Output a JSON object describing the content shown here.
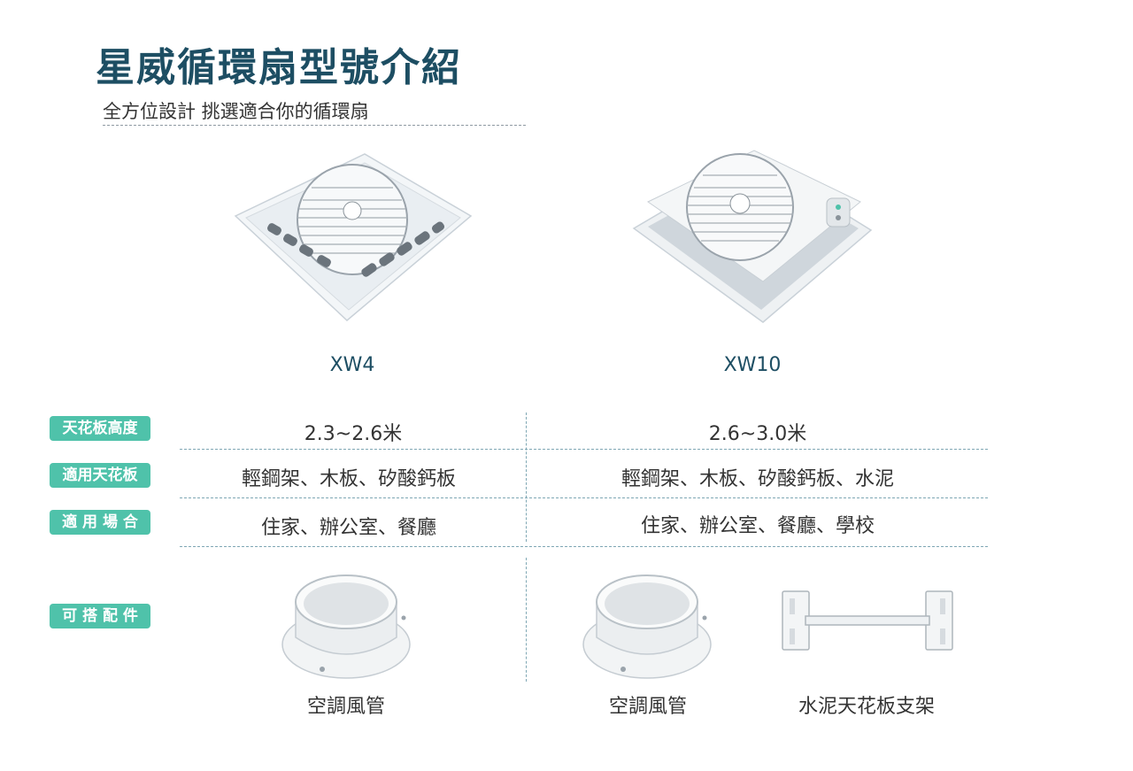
{
  "header": {
    "title": "星威循環扇型號介紹",
    "subtitle": "全方位設計 挑選適合你的循環扇"
  },
  "products": [
    {
      "model": "XW4"
    },
    {
      "model": "XW10"
    }
  ],
  "spec_rows": [
    {
      "label": "天花板高度",
      "xw4": "2.3~2.6米",
      "xw10": "2.6~3.0米"
    },
    {
      "label": "適用天花板",
      "xw4": "輕鋼架、木板、矽酸鈣板",
      "xw10": "輕鋼架、木板、矽酸鈣板、水泥"
    },
    {
      "label": "適 用 場 合",
      "xw4": "住家、辦公室、餐廳",
      "xw10": "住家、辦公室、餐廳、學校"
    }
  ],
  "accessories": {
    "label": "可 搭 配 件",
    "xw4": [
      "空調風管"
    ],
    "xw10": [
      "空調風管",
      "水泥天花板支架"
    ]
  },
  "colors": {
    "title": "#1d4e63",
    "label_bg": "#4fc2aa",
    "divider": "#7fa7b4"
  }
}
